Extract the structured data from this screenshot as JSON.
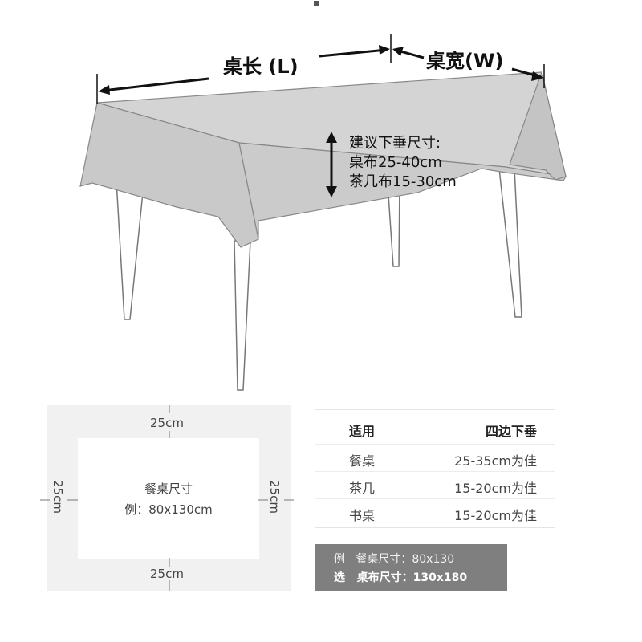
{
  "diagram": {
    "table_length_label": "桌长 (L)",
    "table_width_label": "桌宽(W)",
    "drop_hint": {
      "line1": "建议下垂尺寸:",
      "line2": "桌布25-40cm",
      "line3": "茶几布15-30cm"
    }
  },
  "layout_box": {
    "top_label": "25cm",
    "bottom_label": "25cm",
    "left_label": "25cm",
    "right_label": "25cm",
    "center_line1": "餐桌尺寸",
    "center_line2": "例：80x130cm"
  },
  "drop_table": {
    "headers": [
      "适用",
      "四边下垂"
    ],
    "rows": [
      {
        "use": "餐桌",
        "drop": "25-35cm为佳"
      },
      {
        "use": "茶几",
        "drop": "15-20cm为佳"
      },
      {
        "use": "书桌",
        "drop": "15-20cm为佳"
      }
    ]
  },
  "example": {
    "line1_prefix": "例",
    "line1_text": "餐桌尺寸：80x130",
    "line2_prefix": "选",
    "line2_text": "桌布尺寸：130x180"
  },
  "colors": {
    "cloth": "#cfcfcf",
    "cloth_shadow": "#bdbdbd",
    "panel": "#f1f1f1",
    "example_bg": "#7f7f7f"
  }
}
